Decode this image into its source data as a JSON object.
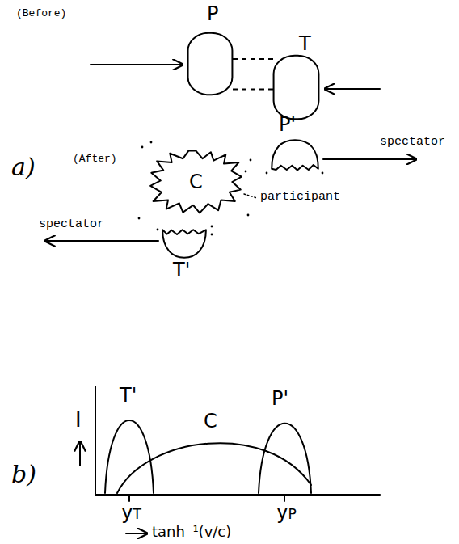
{
  "diagram": {
    "nodes": [
      {
        "text": [
          "P"
        ]
      },
      {
        "text": [
          "T"
        ]
      },
      {
        "text": [
          "P'"
        ]
      },
      {
        "text": [
          "C"
        ]
      },
      {
        "text": [
          "T'"
        ]
      }
    ],
    "edges": [
      {
        "from": 0,
        "to": 1,
        "arrow": "none"
      },
      {
        "from": 0,
        "to": 1,
        "arrow": "none"
      }
    ],
    "labels": [
      "(Before)",
      "a)",
      "(After)",
      "spectator",
      "participant",
      "spectator",
      "b)",
      "I",
      "T'",
      "C",
      "P'",
      "yT",
      "yP",
      "tanh⁻¹(v/c)"
    ]
  }
}
